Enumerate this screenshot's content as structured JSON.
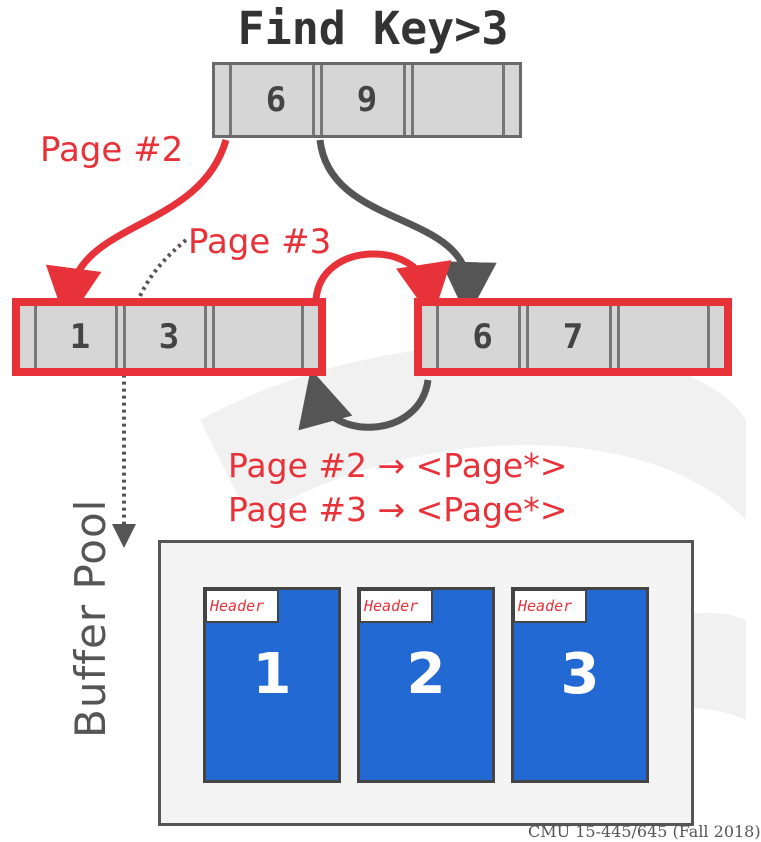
{
  "title": "Find Key>3",
  "root_node": {
    "keys": [
      "6",
      "9",
      ""
    ]
  },
  "leaf_left": {
    "keys": [
      "1",
      "3",
      ""
    ],
    "highlighted": true
  },
  "leaf_right": {
    "keys": [
      "6",
      "7",
      ""
    ],
    "highlighted": true
  },
  "labels": {
    "page2": "Page #2",
    "page3": "Page #3"
  },
  "page_table": [
    "Page #2 → <Page*>",
    "Page #3 → <Page*>"
  ],
  "buffer_pool": {
    "label": "Buffer Pool",
    "frames": [
      {
        "header": "Header",
        "number": "1"
      },
      {
        "header": "Header",
        "number": "2"
      },
      {
        "header": "Header",
        "number": "3"
      }
    ]
  },
  "footer": "CMU 15-445/645 (Fall 2018)",
  "colors": {
    "accent_red": "#e8323a",
    "node_gray": "#d6d6d6",
    "frame_blue": "#2369d3",
    "arrow_gray": "#555555"
  }
}
